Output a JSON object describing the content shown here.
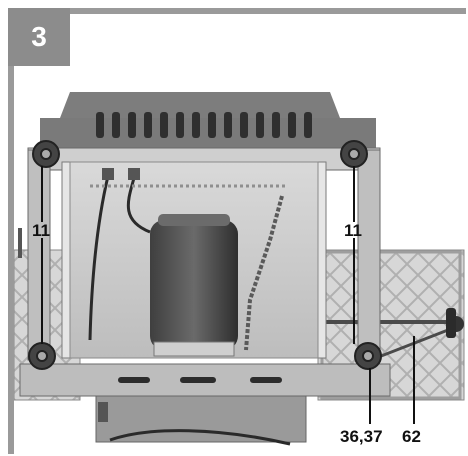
{
  "figure": {
    "number": "3"
  },
  "callouts": {
    "left_top": "11",
    "right_top": "11",
    "bottom_pair": "36,37",
    "bottom_right": "62"
  }
}
